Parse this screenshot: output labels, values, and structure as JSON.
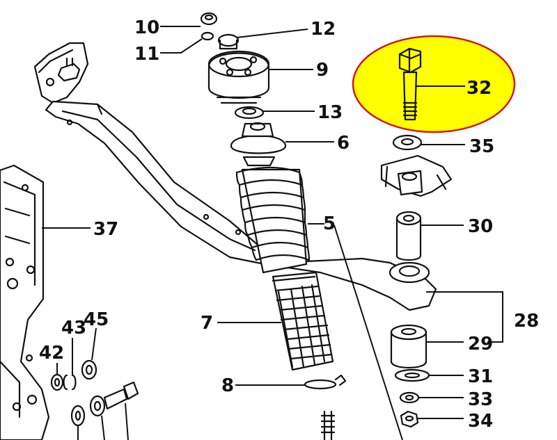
{
  "diagram": {
    "type": "exploded parts diagram",
    "highlight_color": "#ffff00",
    "highlight_border_color": "#d01818",
    "labels": {
      "p10": "10",
      "p11": "11",
      "p12": "12",
      "p9": "9",
      "p13": "13",
      "p6": "6",
      "p5": "5",
      "p7": "7",
      "p8": "8",
      "p37": "37",
      "p32": "32",
      "p35": "35",
      "p30": "30",
      "p28": "28",
      "p29": "29",
      "p31": "31",
      "p33": "33",
      "p34": "34",
      "p42": "42",
      "p43": "43",
      "p45": "45"
    }
  }
}
